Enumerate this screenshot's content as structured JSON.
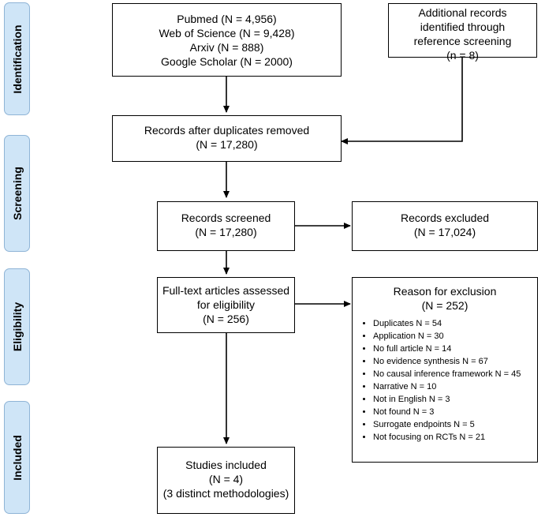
{
  "phases": {
    "identification": "Identification",
    "screening": "Screening",
    "eligibility": "Eligibility",
    "included": "Included"
  },
  "databases_box": {
    "lines": [
      "Pubmed (N = 4,956)",
      "Web of Science (N = 9,428)",
      "Arxiv (N = 888)",
      "Google Scholar (N = 2000)"
    ]
  },
  "additional_box": {
    "lines": [
      "Additional records",
      "identified through",
      "reference screening",
      "(n = 8)"
    ]
  },
  "duplicates_box": {
    "lines": [
      "Records after duplicates removed",
      "(N = 17,280)"
    ]
  },
  "screened_box": {
    "lines": [
      "Records screened",
      "(N = 17,280)"
    ]
  },
  "excluded_box": {
    "lines": [
      "Records excluded",
      "(N = 17,024)"
    ]
  },
  "fulltext_box": {
    "lines": [
      "Full-text articles assessed",
      "for eligibility",
      "(N = 256)"
    ]
  },
  "reason_box": {
    "title": "Reason for exclusion",
    "count": "(N = 252)",
    "items": [
      "Duplicates N = 54",
      "Application N = 30",
      "No full article N = 14",
      "No evidence synthesis N = 67",
      "No causal inference framework N = 45",
      "Narrative N = 10",
      "Not in English N = 3",
      "Not found N = 3",
      "Surrogate endpoints N = 5",
      "Not focusing on RCTs N = 21"
    ]
  },
  "included_box": {
    "lines": [
      "Studies included",
      "(N = 4)",
      "(3 distinct methodologies)"
    ]
  }
}
